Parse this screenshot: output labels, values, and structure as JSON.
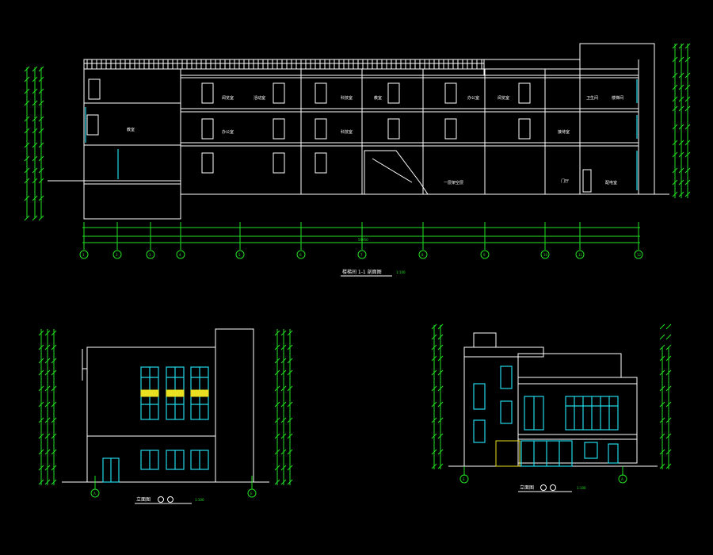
{
  "section": {
    "axis_labels": [
      "1",
      "2",
      "3",
      "4",
      "5",
      "6",
      "7",
      "8",
      "9",
      "10",
      "11",
      "12"
    ],
    "rooms": [
      "教室",
      "阅览室",
      "活动室",
      "科技室",
      "教室",
      "办公室",
      "阅览室",
      "办公室",
      "科技室",
      "一层架空层",
      "门厅",
      "配电室",
      "接待室",
      "卫生间",
      "楼梯间"
    ],
    "caption": "楼梯间 1-1 剖面图",
    "caption_scale": "1:100",
    "total_dim": "59950"
  },
  "left_elevation": {
    "axis_start": "A",
    "axis_end": "E",
    "caption": "立面图",
    "caption_scale": "1:100"
  },
  "right_elevation": {
    "axis_start": "E",
    "axis_end": "A",
    "caption": "立面图",
    "caption_scale": "1:100"
  },
  "colors": {
    "background": "#000000",
    "line": "#ffffff",
    "dimension": "#22e022",
    "window": "#22d8e8",
    "highlight": "#e8e020"
  }
}
